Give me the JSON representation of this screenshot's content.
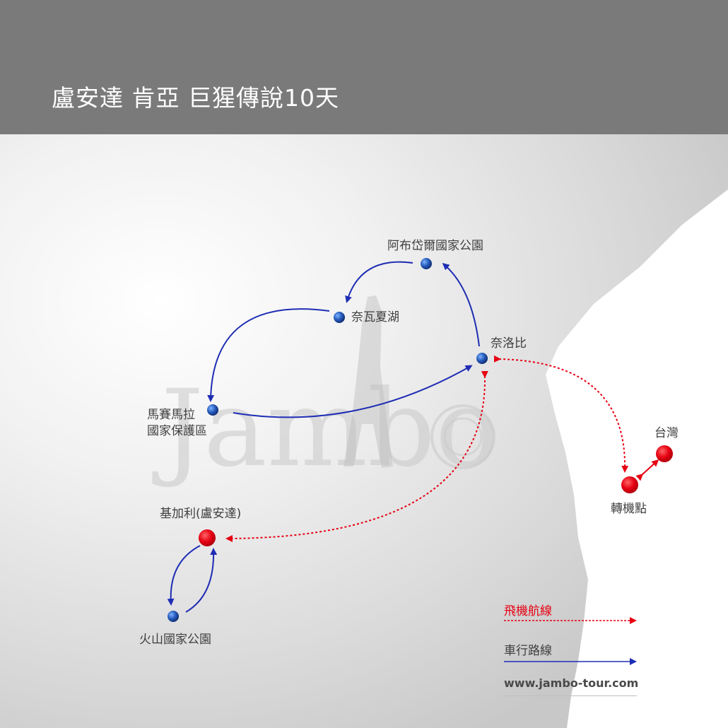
{
  "header": {
    "title": "盧安達  肯亞  巨猩傳說10天"
  },
  "places": {
    "aberdare": "阿布岱爾國家公園",
    "naivasha": "奈瓦夏湖",
    "nairobi": "奈洛比",
    "masai_mara_line1": "馬賽馬拉",
    "masai_mara_line2": "國家保護區",
    "kigali": "基加利(盧安達)",
    "volcanoes": "火山國家公園",
    "taiwan": "台灣",
    "transit": "轉機點"
  },
  "watermark": {
    "text": "Jambo"
  },
  "legend": {
    "flight_label": "飛機航線",
    "car_label": "車行路線",
    "website": "www.jambo-tour.com"
  },
  "colors": {
    "header_bg": "#7b7a7a",
    "flight_red": "#e60012",
    "car_blue": "#1e2db4",
    "node_blue": "#1f4fa0",
    "land_gray": "#d6d6d6"
  }
}
